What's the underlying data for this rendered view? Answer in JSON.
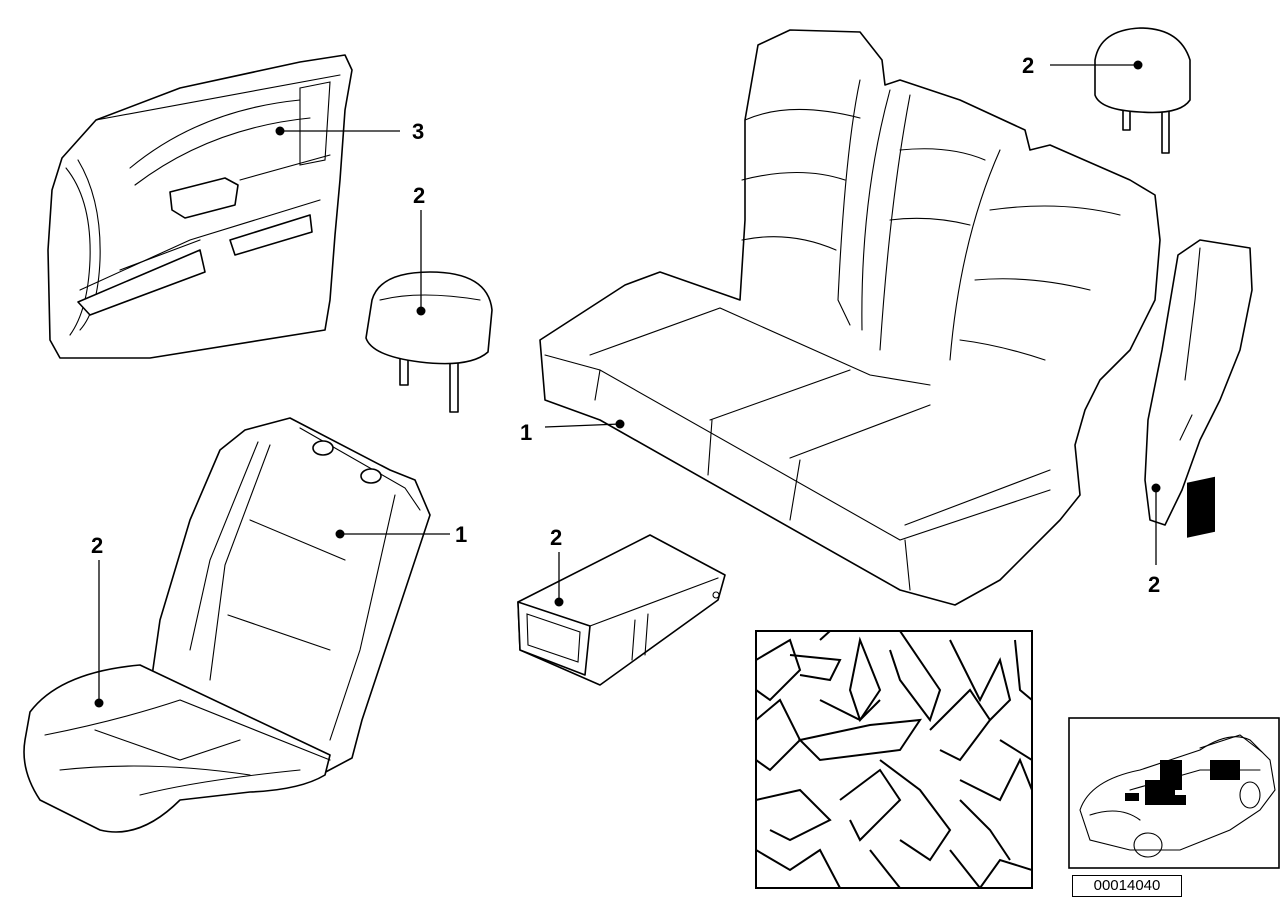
{
  "callouts": {
    "door_panel": "3",
    "front_headrest": "2",
    "front_seat_backrest": "1",
    "front_seat_cushion": "2",
    "armrest": "2",
    "rear_seat": "1",
    "rear_headrest": "2",
    "side_trim": "2"
  },
  "reference_number": "00014040",
  "colors": {
    "line": "#000000",
    "background": "#ffffff"
  },
  "icons": [
    "door-trim-panel",
    "headrest",
    "front-seat",
    "armrest",
    "rear-bench-seat",
    "side-bolster",
    "material-swatch",
    "convertible-car-locator"
  ]
}
